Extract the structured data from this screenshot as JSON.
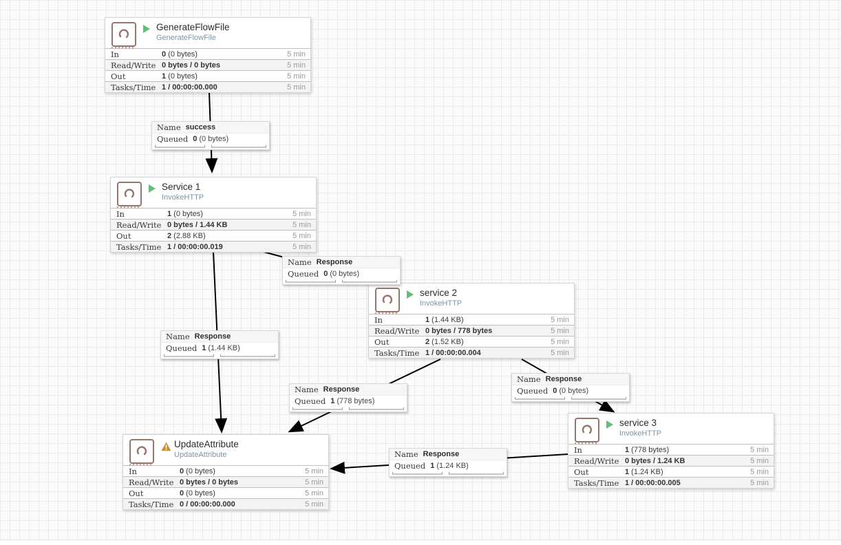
{
  "colors": {
    "running_green": "#63bd79",
    "warning_amber": "#c49339",
    "type_subtitle": "#7c95a3",
    "icon_brown": "#96756a",
    "wire_black": "#000000"
  },
  "processors": [
    {
      "title": "GenerateFlowFile",
      "type": "GenerateFlowFile",
      "state": "running",
      "stats": [
        {
          "label": "In",
          "value": "0",
          "extra": " (0 bytes)",
          "time": "5 min"
        },
        {
          "label": "Read/Write",
          "value": "0 bytes / 0 bytes",
          "extra": "",
          "time": "5 min"
        },
        {
          "label": "Out",
          "value": "1",
          "extra": " (0 bytes)",
          "time": "5 min"
        },
        {
          "label": "Tasks/Time",
          "value": "1 / 00:00:00.000",
          "extra": "",
          "time": "5 min"
        }
      ]
    },
    {
      "title": "Service 1",
      "type": "InvokeHTTP",
      "state": "running",
      "stats": [
        {
          "label": "In",
          "value": "1",
          "extra": " (0 bytes)",
          "time": "5 min"
        },
        {
          "label": "Read/Write",
          "value": "0 bytes / 1.44 KB",
          "extra": "",
          "time": "5 min"
        },
        {
          "label": "Out",
          "value": "2",
          "extra": " (2.88 KB)",
          "time": "5 min"
        },
        {
          "label": "Tasks/Time",
          "value": "1 / 00:00:00.019",
          "extra": "",
          "time": "5 min"
        }
      ]
    },
    {
      "title": "service 2",
      "type": "InvokeHTTP",
      "state": "running",
      "stats": [
        {
          "label": "In",
          "value": "1",
          "extra": " (1.44 KB)",
          "time": "5 min"
        },
        {
          "label": "Read/Write",
          "value": "0 bytes / 778 bytes",
          "extra": "",
          "time": "5 min"
        },
        {
          "label": "Out",
          "value": "2",
          "extra": " (1.52 KB)",
          "time": "5 min"
        },
        {
          "label": "Tasks/Time",
          "value": "1 / 00:00:00.004",
          "extra": "",
          "time": "5 min"
        }
      ]
    },
    {
      "title": "service 3",
      "type": "InvokeHTTP",
      "state": "running",
      "stats": [
        {
          "label": "In",
          "value": "1",
          "extra": " (778 bytes)",
          "time": "5 min"
        },
        {
          "label": "Read/Write",
          "value": "0 bytes / 1.24 KB",
          "extra": "",
          "time": "5 min"
        },
        {
          "label": "Out",
          "value": "1",
          "extra": " (1.24 KB)",
          "time": "5 min"
        },
        {
          "label": "Tasks/Time",
          "value": "1 / 00:00:00.005",
          "extra": "",
          "time": "5 min"
        }
      ]
    },
    {
      "title": "UpdateAttribute",
      "type": "UpdateAttribute",
      "state": "invalid",
      "stats": [
        {
          "label": "In",
          "value": "0",
          "extra": " (0 bytes)",
          "time": "5 min"
        },
        {
          "label": "Read/Write",
          "value": "0 bytes / 0 bytes",
          "extra": "",
          "time": "5 min"
        },
        {
          "label": "Out",
          "value": "0",
          "extra": " (0 bytes)",
          "time": "5 min"
        },
        {
          "label": "Tasks/Time",
          "value": "0 / 00:00:00.000",
          "extra": "",
          "time": "5 min"
        }
      ]
    }
  ],
  "connections": [
    {
      "name_label": "Name",
      "name": "success",
      "queued_label": "Queued",
      "count": "0",
      "size": "(0 bytes)"
    },
    {
      "name_label": "Name",
      "name": "Response",
      "queued_label": "Queued",
      "count": "0",
      "size": "(0 bytes)"
    },
    {
      "name_label": "Name",
      "name": "Response",
      "queued_label": "Queued",
      "count": "1",
      "size": "(1.44 KB)"
    },
    {
      "name_label": "Name",
      "name": "Response",
      "queued_label": "Queued",
      "count": "1",
      "size": "(778 bytes)"
    },
    {
      "name_label": "Name",
      "name": "Response",
      "queued_label": "Queued",
      "count": "0",
      "size": "(0 bytes)"
    },
    {
      "name_label": "Name",
      "name": "Response",
      "queued_label": "Queued",
      "count": "1",
      "size": "(1.24 KB)"
    }
  ]
}
